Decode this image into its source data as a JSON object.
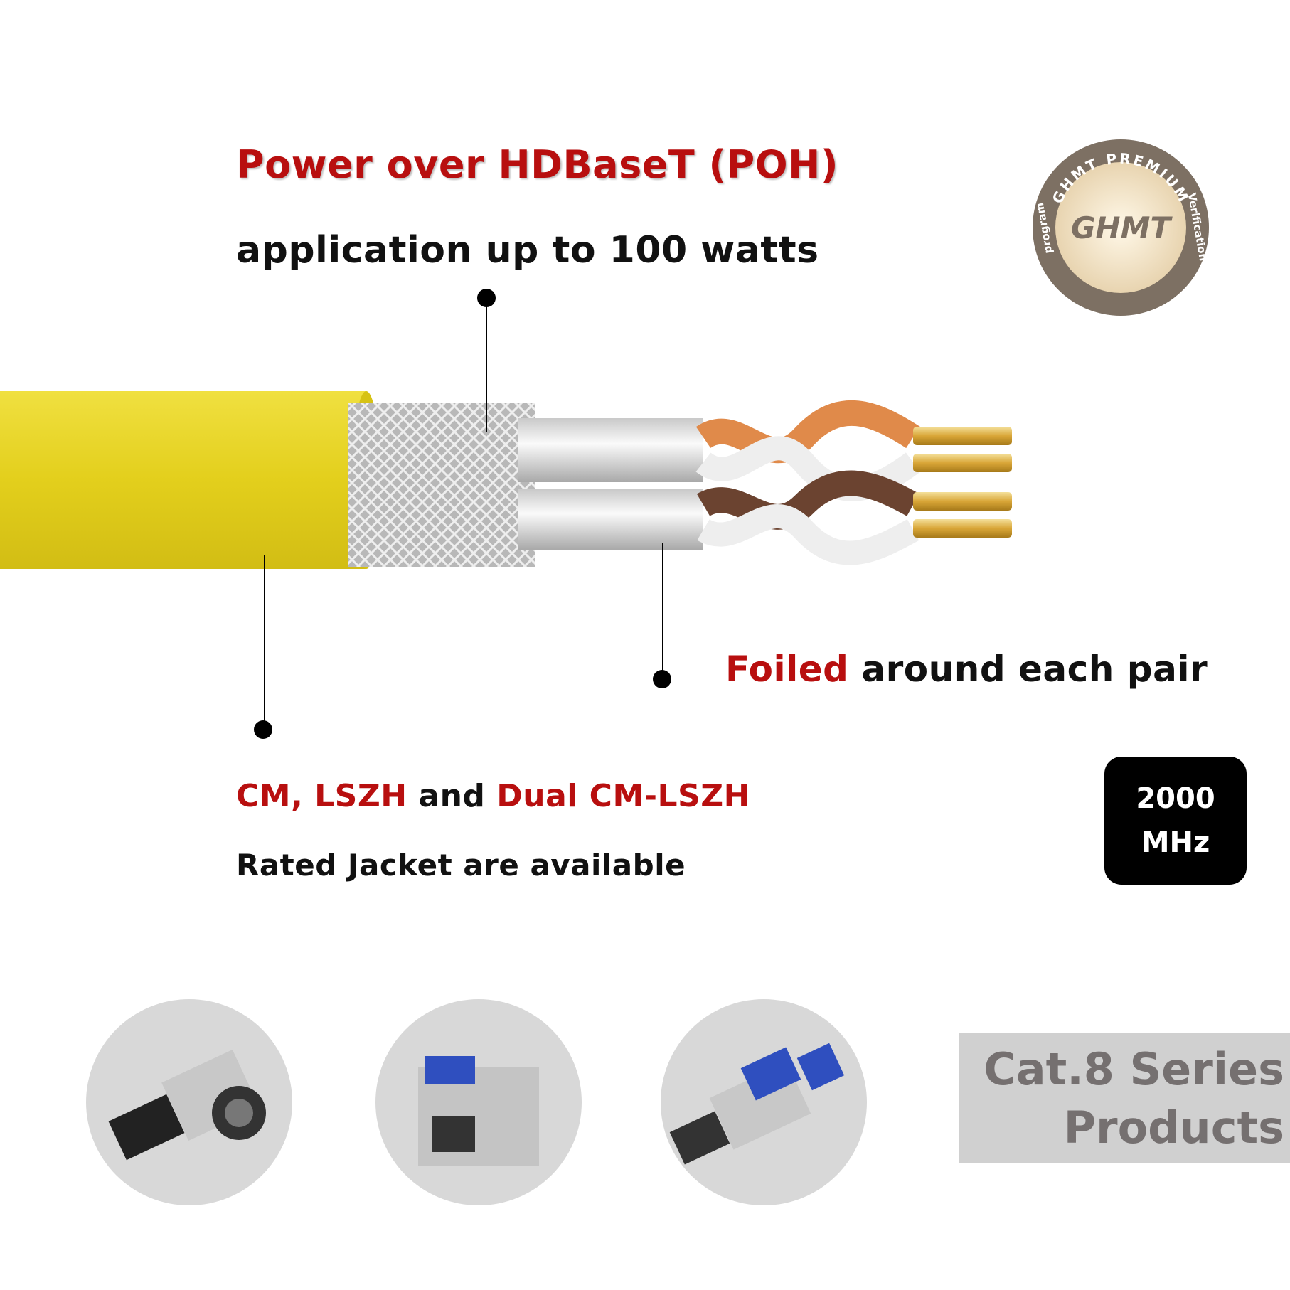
{
  "headline": {
    "title": "Power over HDBaseT (POH)",
    "subtitle": "application up to 100 watts"
  },
  "foil": {
    "highlight": "Foiled",
    "rest": " around each pair"
  },
  "jacket": {
    "part1": "CM, LSZH",
    "part2": " and ",
    "part3": "Dual CM-LSZH",
    "line2": "Rated Jacket are available"
  },
  "frequency": {
    "value": "2000",
    "unit": "MHz"
  },
  "series": {
    "line1": "Cat.8 Series",
    "line2": "Products"
  },
  "seal": {
    "top": "GHMT PREMIUM",
    "center": "GHMT",
    "right": "Verification",
    "left": "program"
  },
  "colors": {
    "accent_red": "#b80f0f",
    "cable_yellow": "#e6d21e",
    "seal_brown": "#7d7063"
  },
  "products": [
    "rj45-angled-plug-icon",
    "keystone-jack-icon",
    "rj45-field-plug-icon"
  ]
}
